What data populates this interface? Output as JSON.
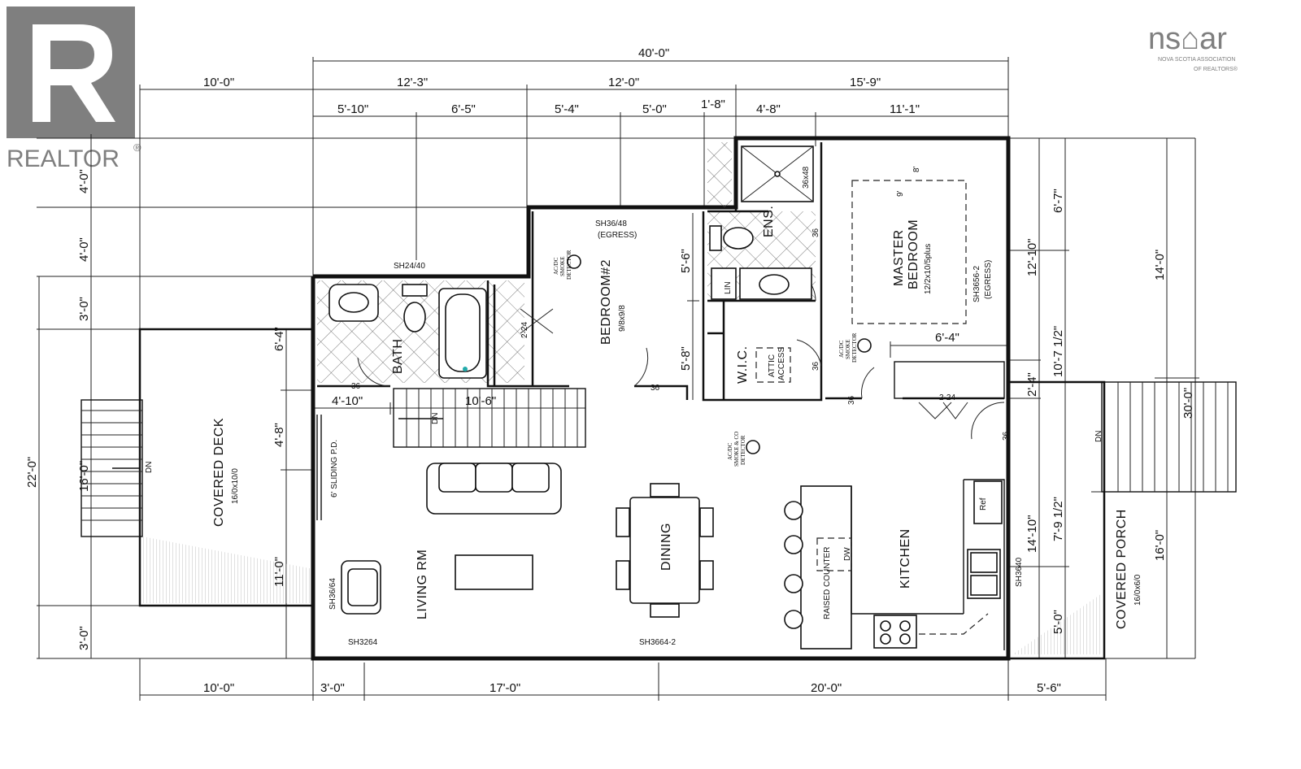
{
  "branding": {
    "realtor_text": "REALTOR",
    "realtor_mark": "®",
    "nsar_logo": "ns⌂ar",
    "nsar_line1": "NOVA SCOTIA ASSOCIATION",
    "nsar_line2": "OF REALTORS®"
  },
  "dimensions": {
    "top_total": "40'-0\"",
    "top_left_deck": "10'-0\"",
    "top_seg1": "12'-3\"",
    "top_seg2": "12'-0\"",
    "top_seg3": "15'-9\"",
    "top_sub1": "5'-10\"",
    "top_sub2": "6'-5\"",
    "top_sub3": "5'-4\"",
    "top_sub4": "5'-0\"",
    "top_sub5": "1'-8\"",
    "top_sub6": "4'-8\"",
    "top_sub7": "11'-1\"",
    "bot_left_deck": "10'-0\"",
    "bot_seg1": "3'-0\"",
    "bot_seg2": "17'-0\"",
    "bot_seg3": "20'-0\"",
    "bot_porch": "5'-6\"",
    "left_a": "4'-0\"",
    "left_b": "4'-0\"",
    "left_c": "3'-0\"",
    "left_d": "16'-0\"",
    "left_e": "3'-0\"",
    "left_total": "22'-0\"",
    "inner_bath": "6'-4\"",
    "inner_stair": "4'-8\"",
    "inner_living": "11'-0\"",
    "inner_stair_w1": "4'-10\"",
    "inner_stair_w2": "10'-6\"",
    "bed2_a": "5'-6\"",
    "bed2_b": "5'-8\"",
    "master_w": "6'-4\"",
    "right_a": "6'-7\"",
    "right_b": "12'-10\"",
    "right_c": "10'-7 1/2\"",
    "right_d": "2'-4\"",
    "right_e": "7'-9 1/2\"",
    "right_f": "14'-10\"",
    "right_g": "5'-0\"",
    "right_h": "14'-0\"",
    "right_total": "30'-0\"",
    "right_porch": "16'-0\""
  },
  "rooms": {
    "covered_deck": "COVERED DECK",
    "covered_deck_size": "16/0x10/0",
    "bath": "BATH",
    "bedroom2": "BEDROOM#2",
    "bedroom2_size": "9/8x9/8",
    "master": "MASTER",
    "master2": "BEDROOM",
    "master_size": "12/2x10/5plus",
    "ens": "ENS.",
    "wic": "W.I.C.",
    "lin": "LIN",
    "attic": "ATTIC",
    "attic2": "ACCESS",
    "living": "LIVING RM",
    "dining": "DINING",
    "kitchen": "KITCHEN",
    "covered_porch": "COVERED PORCH",
    "covered_porch_size": "16/0x6/0",
    "raised_counter": "RAISED COUNTER",
    "dw": "DW",
    "ref": "Ref"
  },
  "labels": {
    "window_bath": "SH24/40",
    "window_bed2": "SH36/48",
    "egress": "(EGRESS)",
    "window_master": "SH3656-2",
    "window_master_egress": "(EGRESS)",
    "window_living_side": "SH36/64",
    "window_living_bot": "SH3264",
    "window_dining_bot": "SH3664-2",
    "window_kitchen": "SH3640",
    "sliding_door": "6' SLIDING P.D.",
    "shower": "36x48",
    "closet1": "2-24",
    "closet2": "2-24",
    "door36_a": "36",
    "door36_b": "36",
    "door36_c": "36",
    "door36_d": "36",
    "door36_e": "36",
    "door36_f": "36",
    "dn_stair": "DN",
    "dn_deck": "DN",
    "dn_porch": "DN",
    "ceil9": "9'",
    "ceil8": "8'",
    "smoke1_a": "AC/DC",
    "smoke1_b": "SMOKE",
    "smoke1_c": "DETECTOR",
    "smoke2_a": "AC/DC",
    "smoke2_b": "SMOKE",
    "smoke2_c": "DETECTOR",
    "smoke3_a": "AC/DC",
    "smoke3_b": "SMOKE & CO",
    "smoke3_c": "DETECTOR"
  }
}
